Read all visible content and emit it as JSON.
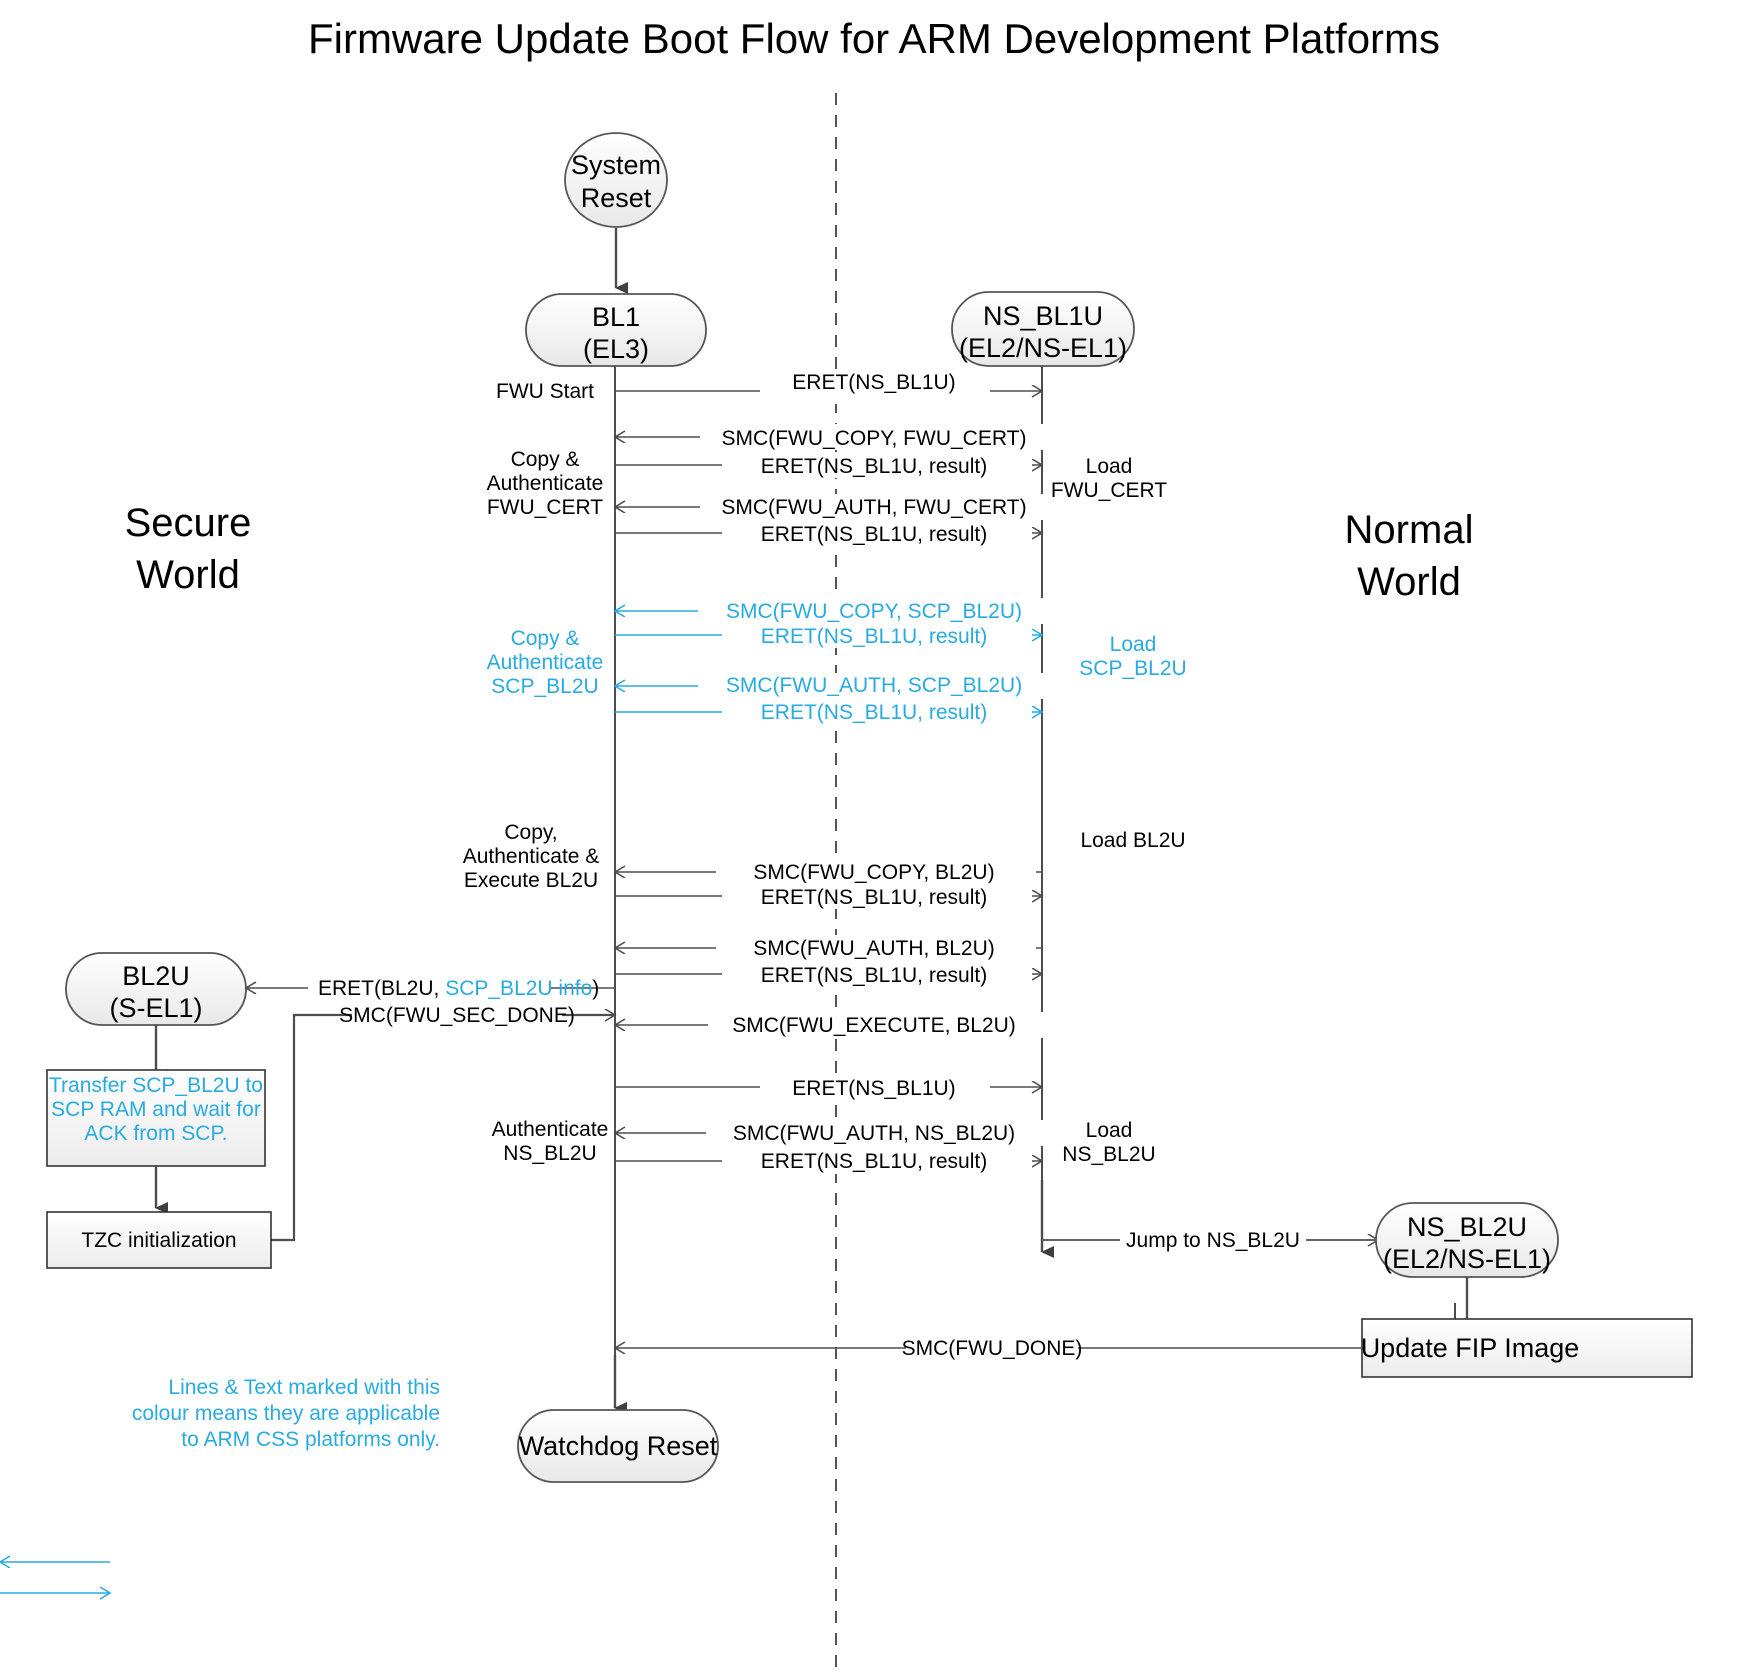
{
  "title": "Firmware Update Boot Flow for ARM Development Platforms",
  "colors": {
    "cyan": "#29ABE2",
    "line": "#4d4d4d",
    "node_fill_top": "#ffffff",
    "node_fill_bottom": "#efefef",
    "node_stroke": "#555555",
    "text": "#000000"
  },
  "worlds": {
    "left_line1": "Secure",
    "left_line2": "World",
    "right_line1": "Normal",
    "right_line2": "World"
  },
  "nodes": {
    "system_reset": {
      "line1": "System",
      "line2": "Reset",
      "shape": "ellipse"
    },
    "bl1": {
      "line1": "BL1",
      "line2": "(EL3)",
      "shape": "rounded"
    },
    "ns_bl1u": {
      "line1": "NS_BL1U",
      "line2": "(EL2/NS-EL1)",
      "shape": "rounded"
    },
    "bl2u": {
      "line1": "BL2U",
      "line2": "(S-EL1)",
      "shape": "rounded"
    },
    "ns_bl2u": {
      "line1": "NS_BL2U",
      "line2": "(EL2/NS-EL1)",
      "shape": "rounded"
    },
    "watchdog_reset": {
      "line1": "Watchdog Reset",
      "shape": "rounded"
    }
  },
  "process_boxes": {
    "transfer_scp": {
      "lines": [
        "Transfer SCP_BL2U to",
        "SCP RAM and wait for",
        "ACK from SCP."
      ],
      "cyan": true
    },
    "tzc_init": {
      "lines": [
        "TZC initialization"
      ],
      "cyan": false
    },
    "update_fip": {
      "lines": [
        "Update FIP Image"
      ],
      "cyan": false
    }
  },
  "left_annotations": [
    {
      "id": "fwu-start",
      "lines": [
        "FWU Start"
      ],
      "cyan": false
    },
    {
      "id": "copy-auth-fwu-cert",
      "lines": [
        "Copy &",
        "Authenticate",
        "FWU_CERT"
      ],
      "cyan": false
    },
    {
      "id": "copy-auth-scp-bl2u",
      "lines": [
        "Copy &",
        "Authenticate",
        "SCP_BL2U"
      ],
      "cyan": true
    },
    {
      "id": "copy-auth-exec-bl2u",
      "lines": [
        "Copy,",
        "Authenticate &",
        "Execute BL2U"
      ],
      "cyan": false
    },
    {
      "id": "authenticate-ns-bl2u",
      "lines": [
        "Authenticate",
        "NS_BL2U"
      ],
      "cyan": false
    }
  ],
  "right_annotations": [
    {
      "id": "load-fwu-cert",
      "lines": [
        "Load",
        "FWU_CERT"
      ],
      "cyan": false
    },
    {
      "id": "load-scp-bl2u",
      "lines": [
        "Load",
        "SCP_BL2U"
      ],
      "cyan": true
    },
    {
      "id": "load-bl2u",
      "lines": [
        "Load BL2U"
      ],
      "cyan": false
    },
    {
      "id": "load-ns-bl2u",
      "lines": [
        "Load",
        "NS_BL2U"
      ],
      "cyan": false
    }
  ],
  "messages": [
    {
      "id": "m1",
      "label": "ERET(NS_BL1U)",
      "dir": "rtl_to_ltr",
      "cyan": false
    },
    {
      "id": "m2",
      "label": "SMC(FWU_COPY, FWU_CERT)",
      "dir": "rtl",
      "cyan": false
    },
    {
      "id": "m3",
      "label": "ERET(NS_BL1U, result)",
      "dir": "ltr",
      "cyan": false
    },
    {
      "id": "m4",
      "label": "SMC(FWU_AUTH, FWU_CERT)",
      "dir": "rtl",
      "cyan": false
    },
    {
      "id": "m5",
      "label": "ERET(NS_BL1U, result)",
      "dir": "ltr",
      "cyan": false
    },
    {
      "id": "m6",
      "label": "SMC(FWU_COPY, SCP_BL2U)",
      "dir": "rtl",
      "cyan": true
    },
    {
      "id": "m7",
      "label": "ERET(NS_BL1U, result)",
      "dir": "ltr",
      "cyan": true
    },
    {
      "id": "m8",
      "label": "SMC(FWU_AUTH, SCP_BL2U)",
      "dir": "rtl",
      "cyan": true
    },
    {
      "id": "m9",
      "label": "ERET(NS_BL1U, result)",
      "dir": "ltr",
      "cyan": true
    },
    {
      "id": "m10",
      "label": "SMC(FWU_COPY, BL2U)",
      "dir": "rtl",
      "cyan": false
    },
    {
      "id": "m11",
      "label": "ERET(NS_BL1U, result)",
      "dir": "ltr",
      "cyan": false
    },
    {
      "id": "m12",
      "label": "SMC(FWU_AUTH, BL2U)",
      "dir": "rtl",
      "cyan": false
    },
    {
      "id": "m13",
      "label": "ERET(NS_BL1U, result)",
      "dir": "ltr",
      "cyan": false
    },
    {
      "id": "m14",
      "label": "SMC(FWU_EXECUTE, BL2U)",
      "dir": "rtl",
      "cyan": false
    },
    {
      "id": "m15",
      "label": "ERET(NS_BL1U)",
      "dir": "ltr",
      "cyan": false
    },
    {
      "id": "m16",
      "label": "SMC(FWU_AUTH, NS_BL2U)",
      "dir": "rtl",
      "cyan": false
    },
    {
      "id": "m17",
      "label": "ERET(NS_BL1U, result)",
      "dir": "ltr",
      "cyan": false
    }
  ],
  "special_messages": {
    "eret_bl2u": {
      "part1": "ERET(BL2U, ",
      "part2": "SCP_BL2U info",
      "part3": ")"
    },
    "smc_fwu_sec_done": {
      "label": "SMC(FWU_SEC_DONE)"
    },
    "jump_to_ns_bl2u": {
      "label": "Jump to NS_BL2U"
    },
    "smc_fwu_done": {
      "label": "SMC(FWU_DONE)"
    }
  },
  "legend": {
    "lines": [
      "Lines & Text marked with this",
      "colour means they are applicable",
      "to ARM CSS platforms only."
    ]
  }
}
